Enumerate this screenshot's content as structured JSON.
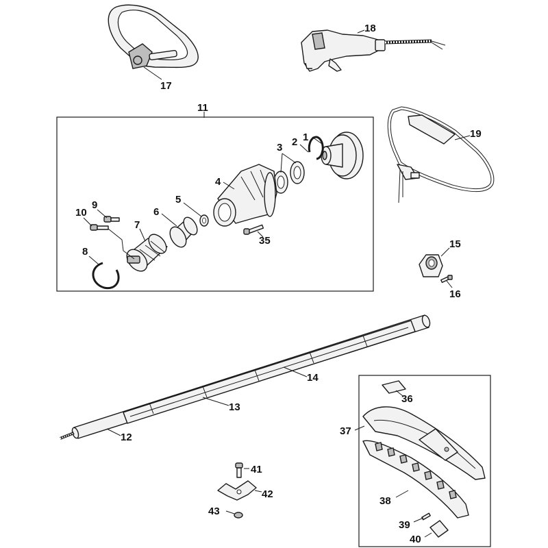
{
  "labels": {
    "p1": "1",
    "p2": "2",
    "p3": "3",
    "p4": "4",
    "p5": "5",
    "p6": "6",
    "p7": "7",
    "p8": "8",
    "p9": "9",
    "p10": "10",
    "p11": "11",
    "p12": "12",
    "p13": "13",
    "p14": "14",
    "p15": "15",
    "p16": "16",
    "p17": "17",
    "p18": "18",
    "p19": "19",
    "p35": "35",
    "p36": "36",
    "p37": "37",
    "p38": "38",
    "p39": "39",
    "p40": "40",
    "p41": "41",
    "p42": "42",
    "p43": "43"
  }
}
